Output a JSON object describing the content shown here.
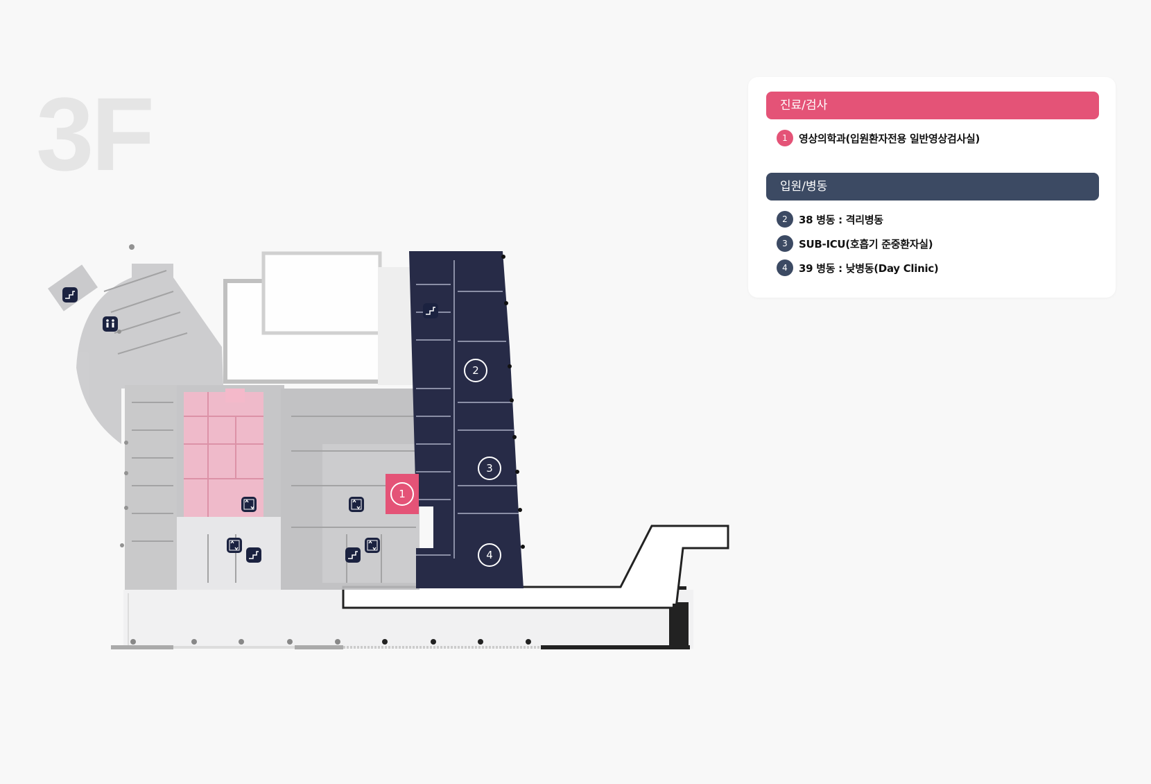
{
  "floor": {
    "label": "3F"
  },
  "colors": {
    "clinic": "#e45377",
    "ward": "#3c4a63",
    "ward_fill": "#272b47",
    "building": "#bdbdbf",
    "background": "#f8f8f8",
    "clinic_zone": "#f4b3c6"
  },
  "legend": {
    "sections": [
      {
        "title": "진료/검사",
        "color_key": "clinic",
        "items": [
          {
            "num": "1",
            "label": "영상의학과(입원환자전용 일반영상검사실)"
          }
        ]
      },
      {
        "title": "입원/병동",
        "color_key": "ward",
        "items": [
          {
            "num": "2",
            "label": "38 병동 : 격리병동"
          },
          {
            "num": "3",
            "label": "SUB-ICU(호흡기 준중환자실)"
          },
          {
            "num": "4",
            "label": "39 병동 : 낮병동(Day Clinic)"
          }
        ]
      }
    ]
  },
  "map_markers": [
    {
      "num": "1",
      "type": "clinic"
    },
    {
      "num": "2",
      "type": "ward"
    },
    {
      "num": "3",
      "type": "ward"
    },
    {
      "num": "4",
      "type": "ward"
    }
  ],
  "facility_icons": [
    {
      "icon": "stairs-icon"
    },
    {
      "icon": "restroom-icon"
    },
    {
      "icon": "stairs-icon"
    },
    {
      "icon": "elevator-icon"
    },
    {
      "icon": "elevator-icon"
    },
    {
      "icon": "elevator-icon"
    },
    {
      "icon": "stairs-icon"
    },
    {
      "icon": "stairs-icon"
    },
    {
      "icon": "elevator-icon"
    }
  ]
}
